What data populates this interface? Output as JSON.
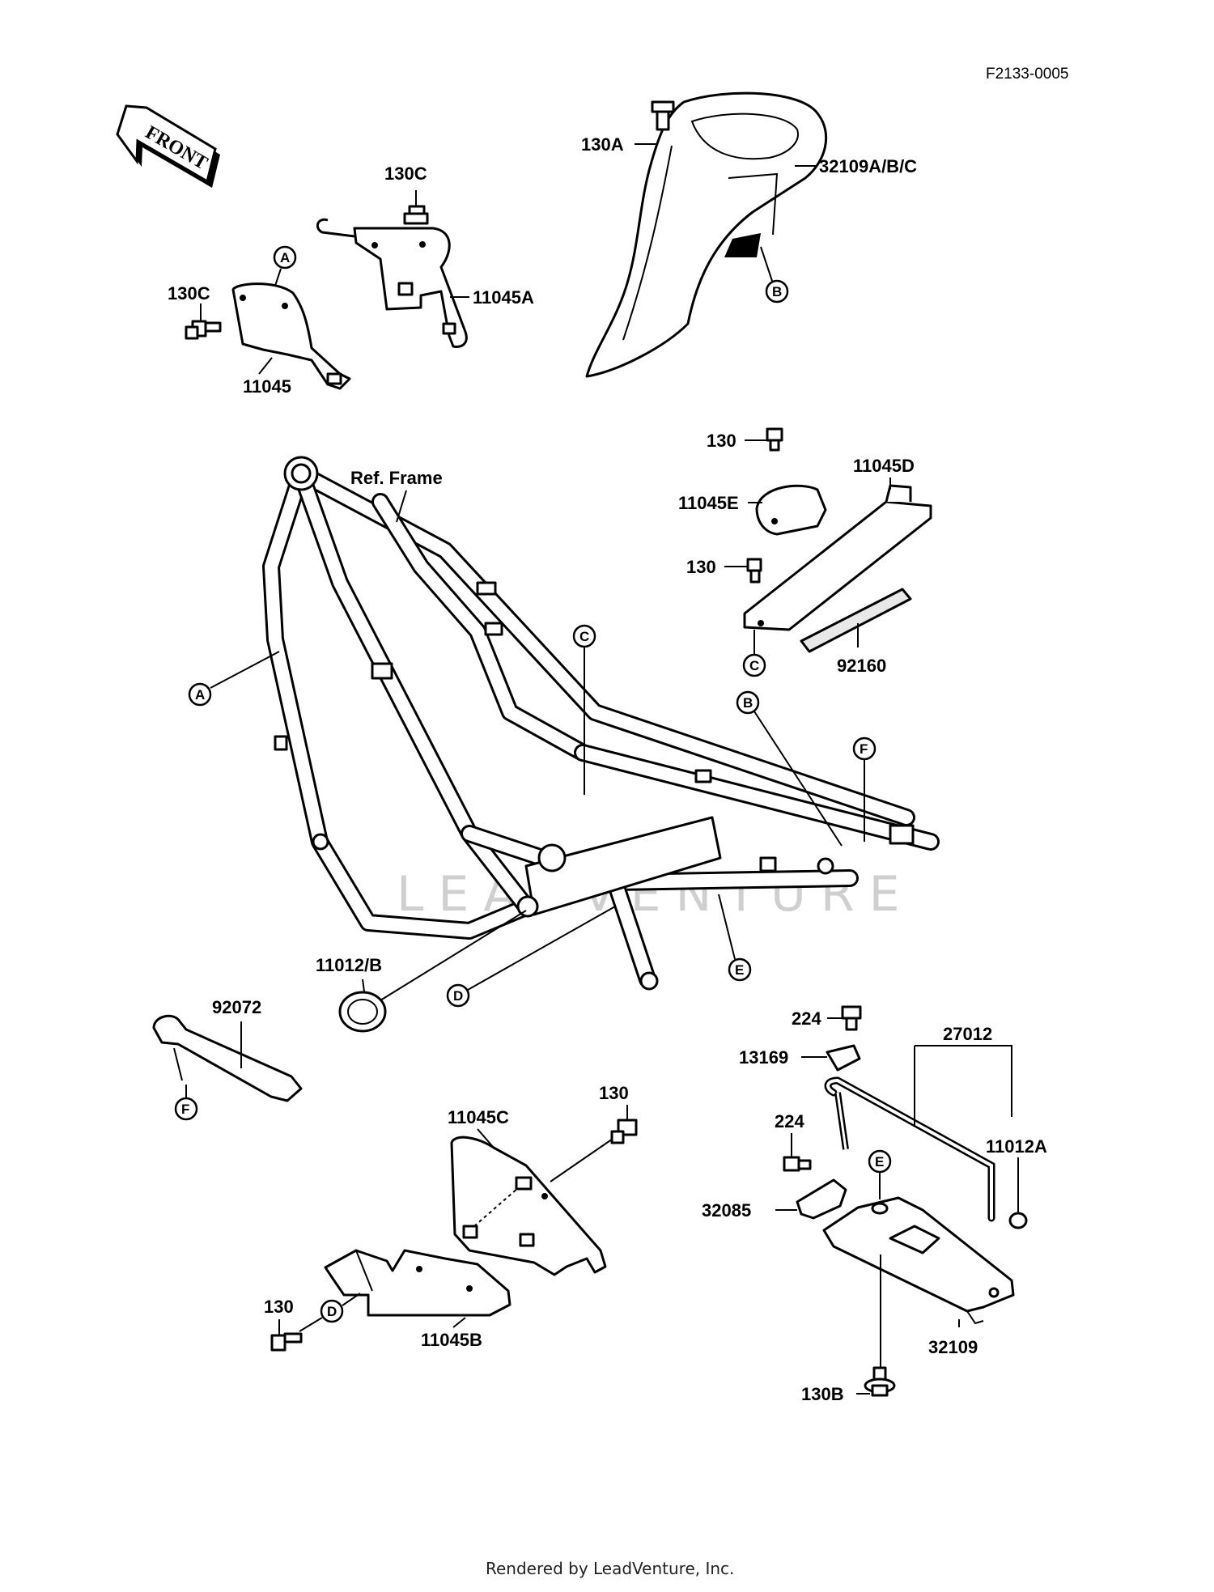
{
  "document_number": "F2133-0005",
  "front_arrow_text": "FRONT",
  "watermark_text": "LEADVENTURE",
  "footer_text": "Rendered by LeadVenture, Inc.",
  "callout_letters": {
    "a": "A",
    "b": "B",
    "c": "C",
    "d": "D",
    "e": "E",
    "f": "F"
  },
  "part_labels": {
    "p130a": "130A",
    "p32109abc": "32109A/B/C",
    "p130c_top": "130C",
    "p130c_left": "130C",
    "p11045a": "11045A",
    "p11045": "11045",
    "p130_a": "130",
    "p11045d": "11045D",
    "p11045e": "11045E",
    "p130_b": "130",
    "p92160": "92160",
    "ref_frame": "Ref. Frame",
    "p11012b": "11012/B",
    "p92072": "92072",
    "p224_top": "224",
    "p27012": "27012",
    "p13169": "13169",
    "p11012a": "11012A",
    "p224_mid": "224",
    "p32085": "32085",
    "p130_c": "130",
    "p11045c": "11045C",
    "p130_d": "130",
    "p11045b": "11045B",
    "p32109": "32109",
    "p130b": "130B"
  }
}
